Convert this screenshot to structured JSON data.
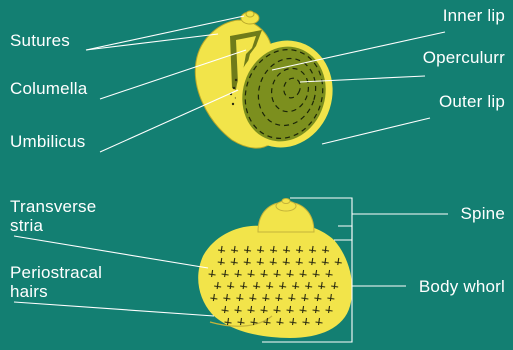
{
  "labels": {
    "sutures": "Sutures",
    "columella": "Columella",
    "umbilicus": "Umbilicus",
    "inner_lip": "Inner lip",
    "operculum": "Operculurr",
    "outer_lip": "Outer lip",
    "transverse_stria_1": "Transverse",
    "transverse_stria_2": "stria",
    "periostracal_hairs_1": "Periostracal",
    "periostracal_hairs_2": "hairs",
    "spine": "Spine",
    "body_whorl": "Body whorl"
  },
  "colors": {
    "background": "#137f72",
    "shell": "#f2e44a",
    "operculum": "#7c8f1e",
    "line": "#ffffff"
  }
}
